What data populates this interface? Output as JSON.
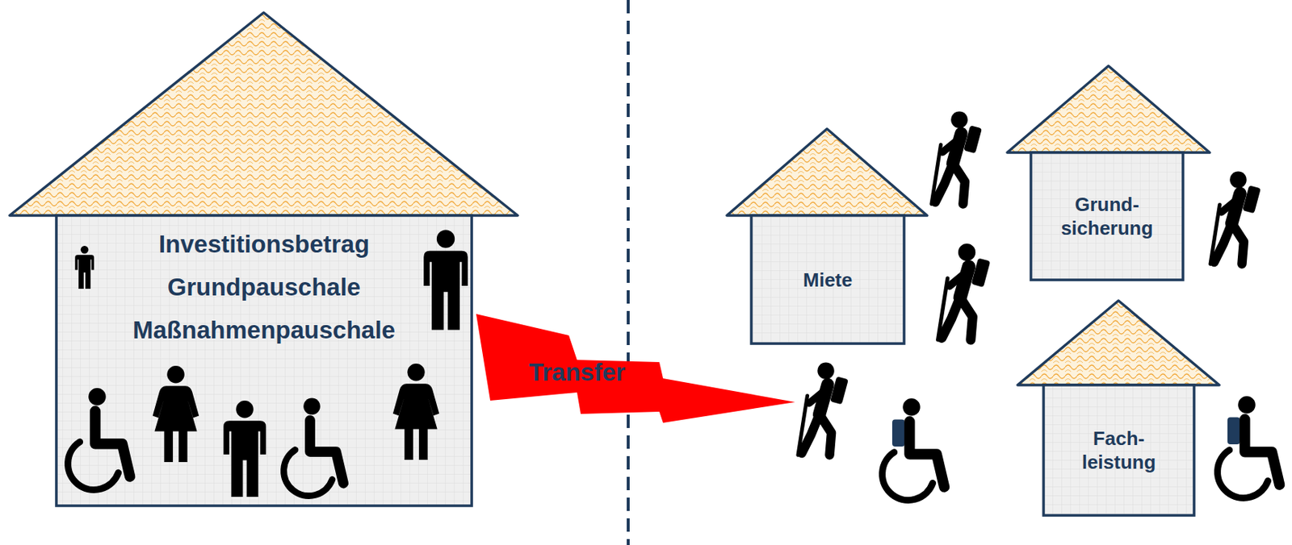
{
  "diagram": {
    "nodes": [
      {
        "text": [
          "Investitionsbetrag",
          "Grundpauschale",
          "Maßnahmenpauschale"
        ]
      },
      {
        "text": [
          "Miete"
        ]
      },
      {
        "text": [
          "Grund- sicherung"
        ]
      },
      {
        "text": [
          "Fach- leistung"
        ]
      }
    ],
    "labels": [
      "Transfer"
    ]
  }
}
